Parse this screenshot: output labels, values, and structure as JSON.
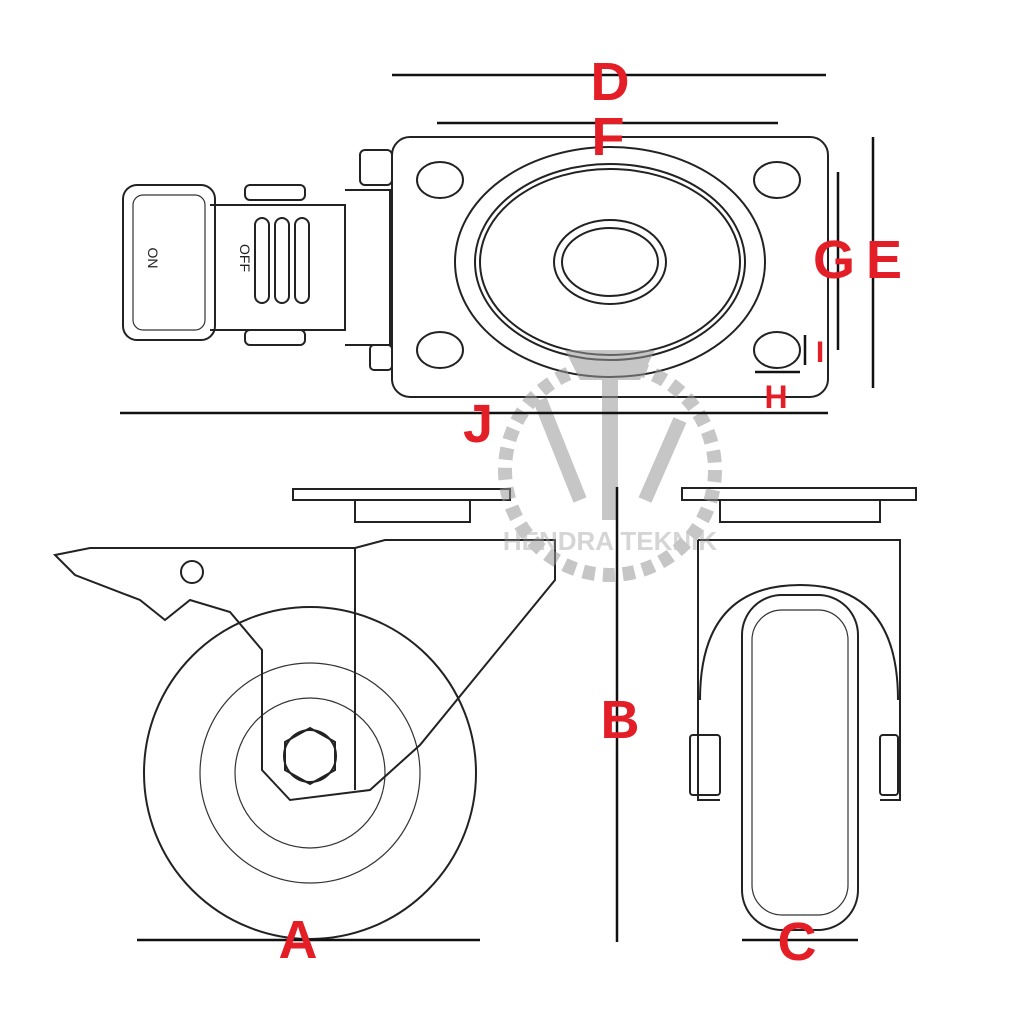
{
  "labels": {
    "D": "D",
    "F": "F",
    "G": "G",
    "E": "E",
    "I": "I",
    "H": "H",
    "J": "J",
    "A": "A",
    "B": "B",
    "C": "C"
  },
  "brake": {
    "on": "ON",
    "off": "OFF"
  },
  "watermark": "HENDRA TEKNIK",
  "colors": {
    "label": "#e41e26",
    "line": "#222222"
  }
}
